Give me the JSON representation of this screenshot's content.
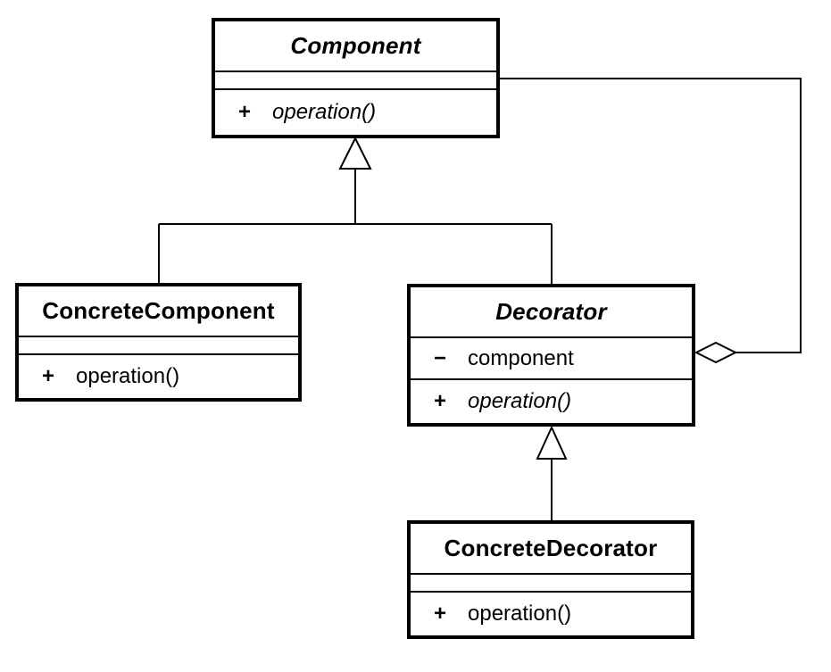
{
  "colors": {
    "line": "#000000",
    "background": "#ffffff"
  },
  "classes": {
    "component": {
      "name": "Component",
      "abstract": true,
      "attributes": [],
      "operations": [
        {
          "visibility": "+",
          "signature": "operation()",
          "abstract": true
        }
      ]
    },
    "concrete_component": {
      "name": "ConcreteComponent",
      "abstract": false,
      "attributes": [],
      "operations": [
        {
          "visibility": "+",
          "signature": "operation()",
          "abstract": false
        }
      ]
    },
    "decorator": {
      "name": "Decorator",
      "abstract": true,
      "attributes": [
        {
          "visibility": "−",
          "name": "component"
        }
      ],
      "operations": [
        {
          "visibility": "+",
          "signature": "operation()",
          "abstract": true
        }
      ]
    },
    "concrete_decorator": {
      "name": "ConcreteDecorator",
      "abstract": false,
      "attributes": [],
      "operations": [
        {
          "visibility": "+",
          "signature": "operation()",
          "abstract": false
        }
      ]
    }
  },
  "relationships": [
    {
      "type": "generalization",
      "from": "ConcreteComponent",
      "to": "Component"
    },
    {
      "type": "generalization",
      "from": "Decorator",
      "to": "Component"
    },
    {
      "type": "generalization",
      "from": "ConcreteDecorator",
      "to": "Decorator"
    },
    {
      "type": "aggregation",
      "from": "Decorator",
      "to": "Component"
    }
  ]
}
